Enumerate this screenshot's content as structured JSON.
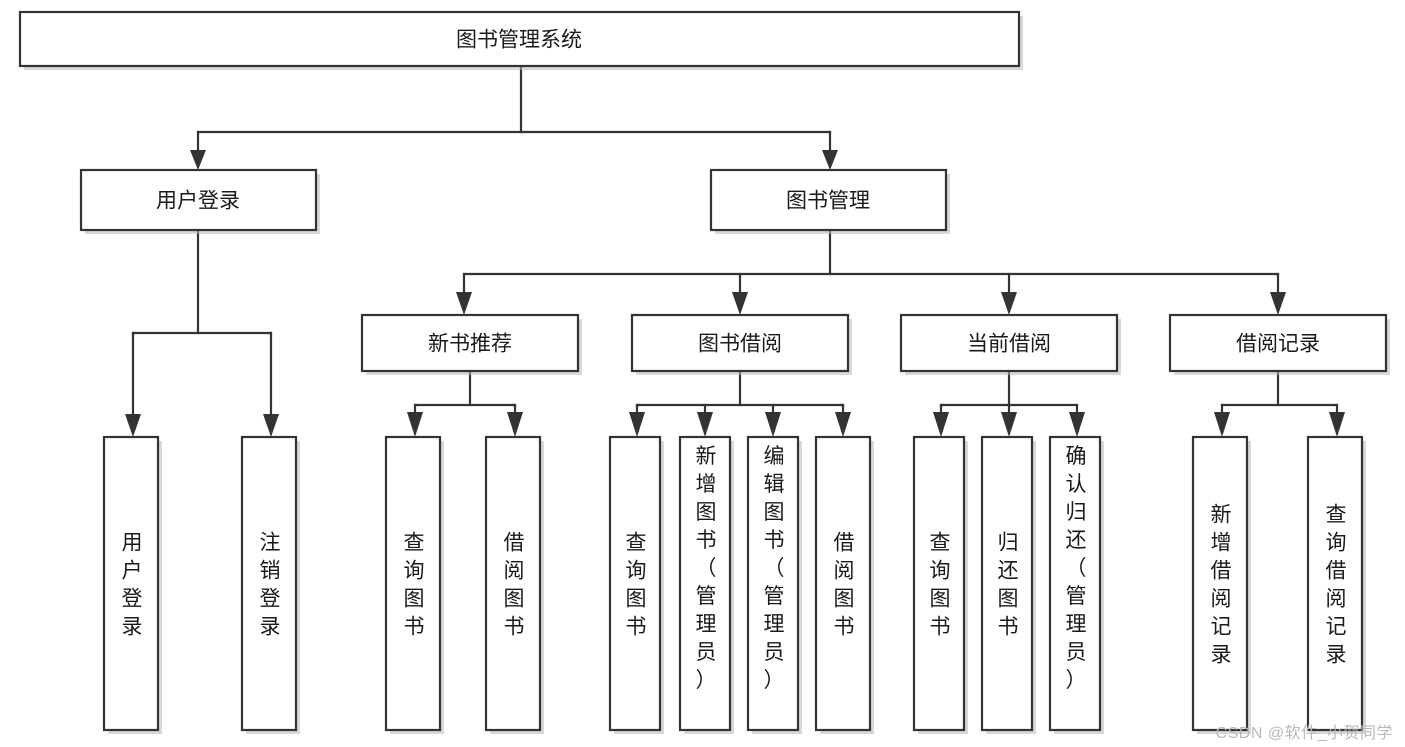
{
  "diagram": {
    "type": "tree-hierarchy",
    "title": "图书管理系统",
    "watermark": "CSDN @软件_小贺同学",
    "colors": {
      "stroke": "#333333",
      "fill": "#ffffff",
      "text": "#1a1a1a",
      "shadow": "#b8b8b8",
      "watermark": "#b9b9b9"
    },
    "levels": [
      {
        "level": 1,
        "nodes": [
          {
            "id": "root",
            "label": "图书管理系统",
            "orientation": "horizontal"
          }
        ]
      },
      {
        "level": 2,
        "nodes": [
          {
            "id": "user-login",
            "label": "用户登录",
            "orientation": "horizontal",
            "parent": "root"
          },
          {
            "id": "book-manage",
            "label": "图书管理",
            "orientation": "horizontal",
            "parent": "root"
          }
        ]
      },
      {
        "level": 3,
        "nodes": [
          {
            "id": "new-book-rec",
            "label": "新书推荐",
            "orientation": "horizontal",
            "parent": "book-manage"
          },
          {
            "id": "book-borrow",
            "label": "图书借阅",
            "orientation": "horizontal",
            "parent": "book-manage"
          },
          {
            "id": "current-borrow",
            "label": "当前借阅",
            "orientation": "horizontal",
            "parent": "book-manage"
          },
          {
            "id": "borrow-record",
            "label": "借阅记录",
            "orientation": "horizontal",
            "parent": "book-manage"
          }
        ]
      },
      {
        "level": 4,
        "nodes": [
          {
            "id": "leaf-user-login",
            "label": "用户登录",
            "orientation": "vertical",
            "parent": "user-login",
            "align": "middle"
          },
          {
            "id": "leaf-logout-login",
            "label": "注销登录",
            "orientation": "vertical",
            "parent": "user-login",
            "align": "middle"
          },
          {
            "id": "leaf-query-book-1",
            "label": "查询图书",
            "orientation": "vertical",
            "parent": "new-book-rec",
            "align": "middle"
          },
          {
            "id": "leaf-borrow-book-1",
            "label": "借阅图书",
            "orientation": "vertical",
            "parent": "new-book-rec",
            "align": "middle"
          },
          {
            "id": "leaf-query-book-2",
            "label": "查询图书",
            "orientation": "vertical",
            "parent": "book-borrow",
            "align": "middle"
          },
          {
            "id": "leaf-add-book",
            "label": "新增图书（管理员）",
            "orientation": "vertical",
            "parent": "book-borrow",
            "align": "top"
          },
          {
            "id": "leaf-edit-book",
            "label": "编辑图书（管理员）",
            "orientation": "vertical",
            "parent": "book-borrow",
            "align": "top"
          },
          {
            "id": "leaf-borrow-book-2",
            "label": "借阅图书",
            "orientation": "vertical",
            "parent": "book-borrow",
            "align": "middle"
          },
          {
            "id": "leaf-query-book-3",
            "label": "查询图书",
            "orientation": "vertical",
            "parent": "current-borrow",
            "align": "middle"
          },
          {
            "id": "leaf-return-book",
            "label": "归还图书",
            "orientation": "vertical",
            "parent": "current-borrow",
            "align": "middle"
          },
          {
            "id": "leaf-confirm-return",
            "label": "确认归还（管理员）",
            "orientation": "vertical",
            "parent": "current-borrow",
            "align": "top"
          },
          {
            "id": "leaf-add-record",
            "label": "新增借阅记录",
            "orientation": "vertical",
            "parent": "borrow-record",
            "align": "middle"
          },
          {
            "id": "leaf-query-record",
            "label": "查询借阅记录",
            "orientation": "vertical",
            "parent": "borrow-record",
            "align": "middle"
          }
        ]
      }
    ]
  }
}
